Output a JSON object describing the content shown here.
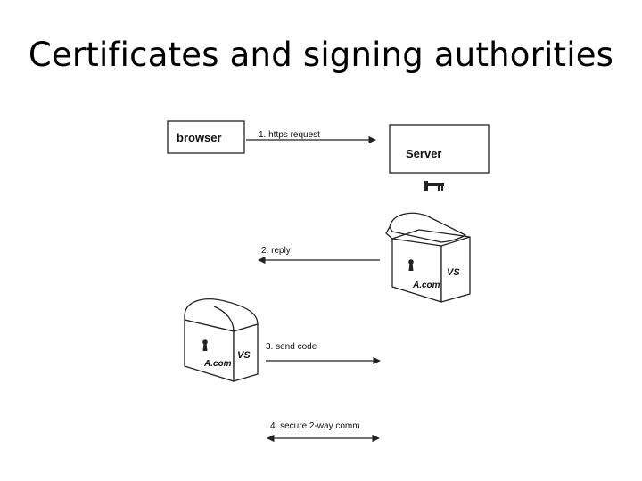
{
  "title": "Certificates and signing authorities",
  "diagram": {
    "browser_label": "browser",
    "server_label": "Server",
    "steps": [
      "1. https request",
      "2. reply",
      "3. send code",
      "4. secure 2-way comm"
    ],
    "chest_server": {
      "domain_label": "A.com",
      "signer_label": "VS"
    },
    "chest_browser": {
      "domain_label": "A.com",
      "signer_label": "VS"
    }
  }
}
